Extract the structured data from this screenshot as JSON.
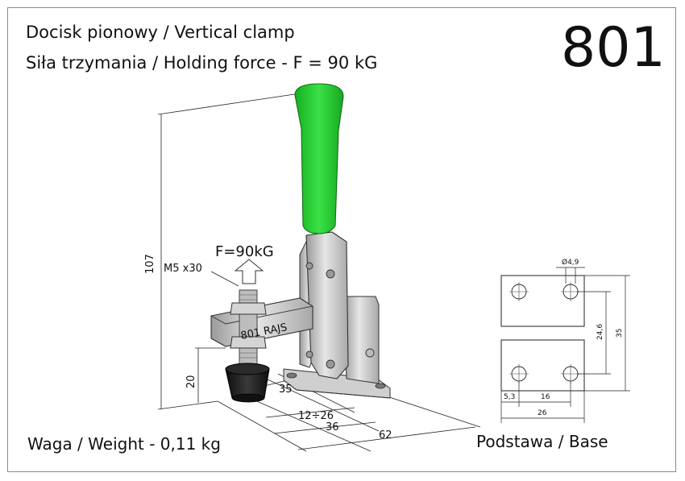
{
  "header": {
    "title_line1": "Docisk pionowy / Vertical clamp",
    "title_line2": "Siła trzymania / Holding force - F = 90 kG",
    "model_number": "801"
  },
  "footer": {
    "weight": "Waga / Weight - 0,11 kg",
    "base_label": "Podstawa / Base"
  },
  "clamp_view": {
    "force_label": "F=90kG",
    "screw_label": "M5 x30",
    "engraving": "801 RAJS",
    "dim_height_total": "107",
    "dim_spindle_height": "20",
    "dim_35": "35",
    "dim_range": "12÷26",
    "dim_36": "36",
    "dim_62": "62"
  },
  "base_view": {
    "dim_hole": "Ø4,9",
    "dim_24_6": "24,6",
    "dim_35": "35",
    "dim_5_3": "5,3",
    "dim_16": "16",
    "dim_26": "26"
  },
  "colors": {
    "handle_green": "#1fd12a",
    "metal": "#c9c9c9",
    "rubber_tip": "#1a1a1a"
  }
}
